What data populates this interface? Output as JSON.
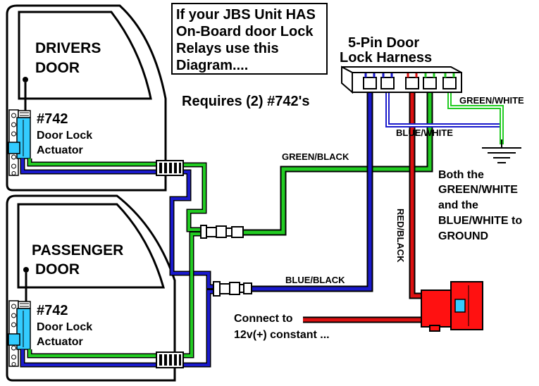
{
  "note": {
    "lines": [
      "If your JBS Unit HAS",
      "On-Board door Lock",
      "Relays use this",
      "Diagram...."
    ]
  },
  "harness": {
    "title_line1": "5-Pin Door",
    "title_line2": "Lock Harness"
  },
  "requires": "Requires (2) #742's",
  "drivers_door": {
    "label_line1": "DRIVERS",
    "label_line2": "DOOR",
    "part_number": "#742",
    "part_line1": "Door Lock",
    "part_line2": "Actuator"
  },
  "passenger_door": {
    "label_line1": "PASSENGER",
    "label_line2": "DOOR",
    "part_number": "#742",
    "part_line1": "Door Lock",
    "part_line2": "Actuator"
  },
  "wires": {
    "green_white": "GREEN/WHITE",
    "blue_white": "BLUE/WHITE",
    "green_black": "GREEN/BLACK",
    "blue_black": "BLUE/BLACK",
    "red_black": "RED/BLACK"
  },
  "ground_note": {
    "lines": [
      "Both the",
      "GREEN/WHITE",
      "and the",
      "BLUE/WHITE to",
      "GROUND"
    ]
  },
  "power_note": {
    "lines": [
      "Connect to",
      "12v(+) constant ..."
    ]
  },
  "colors": {
    "green": "#22cc22",
    "blue": "#1a1acc",
    "red": "#dd1111",
    "fuse_red": "#ff1111",
    "fuse_blade": "#33ccff",
    "actuator": "#33ccff",
    "black": "#000000"
  }
}
